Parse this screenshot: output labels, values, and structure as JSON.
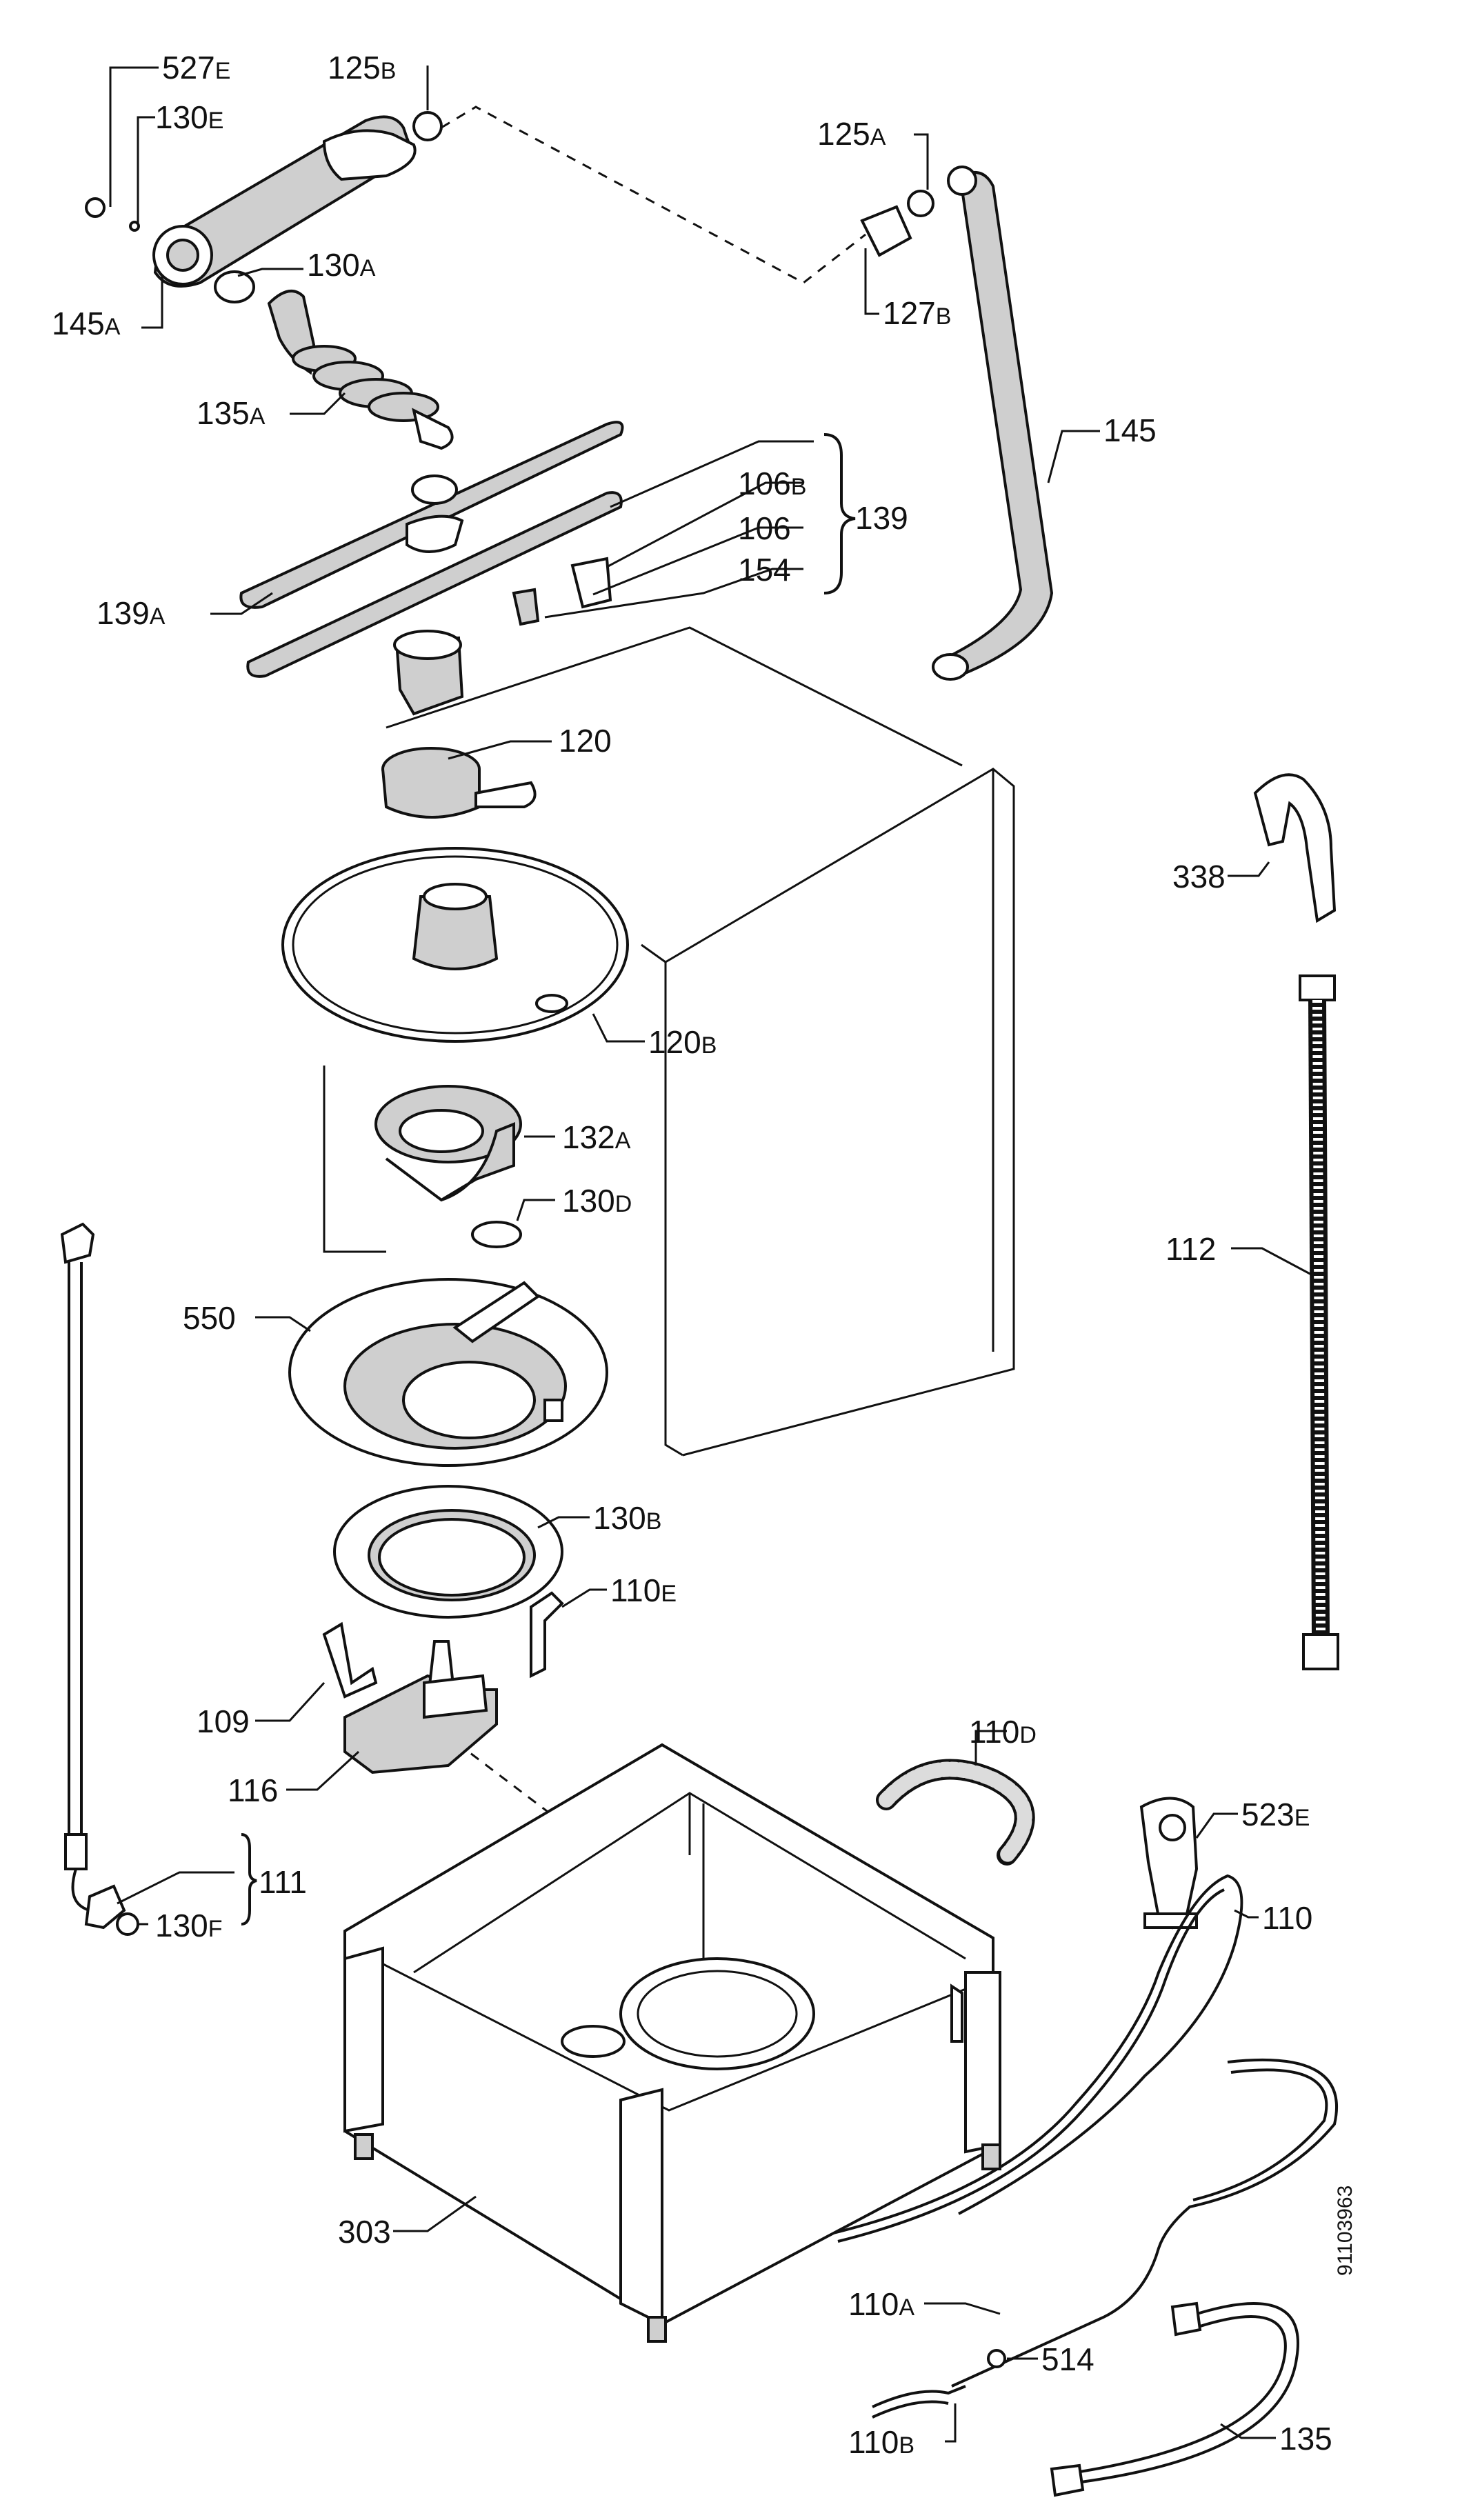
{
  "document_id": "91103963",
  "labels": {
    "l527e": "527",
    "l527e_sub": "E",
    "l125b": "125",
    "l125b_sub": "B",
    "l130e": "130",
    "l130e_sub": "E",
    "l130a": "130",
    "l130a_sub": "A",
    "l145a": "145",
    "l145a_sub": "A",
    "l135a": "135",
    "l135a_sub": "A",
    "l125a": "125",
    "l125a_sub": "A",
    "l127b": "127",
    "l127b_sub": "B",
    "l145": "145",
    "l106b": "106",
    "l106b_sub": "B",
    "l139": "139",
    "l106": "106",
    "l154": "154",
    "l139a": "139",
    "l139a_sub": "A",
    "l120": "120",
    "l338": "338",
    "l120b": "120",
    "l120b_sub": "B",
    "l132a": "132",
    "l132a_sub": "A",
    "l130d": "130",
    "l130d_sub": "D",
    "l112": "112",
    "l550": "550",
    "l130b": "130",
    "l130b_sub": "B",
    "l110e": "110",
    "l110e_sub": "E",
    "l109": "109",
    "l116": "116",
    "l110d": "110",
    "l110d_sub": "D",
    "l523e": "523",
    "l523e_sub": "E",
    "l111": "111",
    "l130f": "130",
    "l130f_sub": "F",
    "l110": "110",
    "l303": "303",
    "l110a": "110",
    "l110a_sub": "A",
    "l514": "514",
    "l135": "135",
    "l110b": "110",
    "l110b_sub": "B"
  }
}
